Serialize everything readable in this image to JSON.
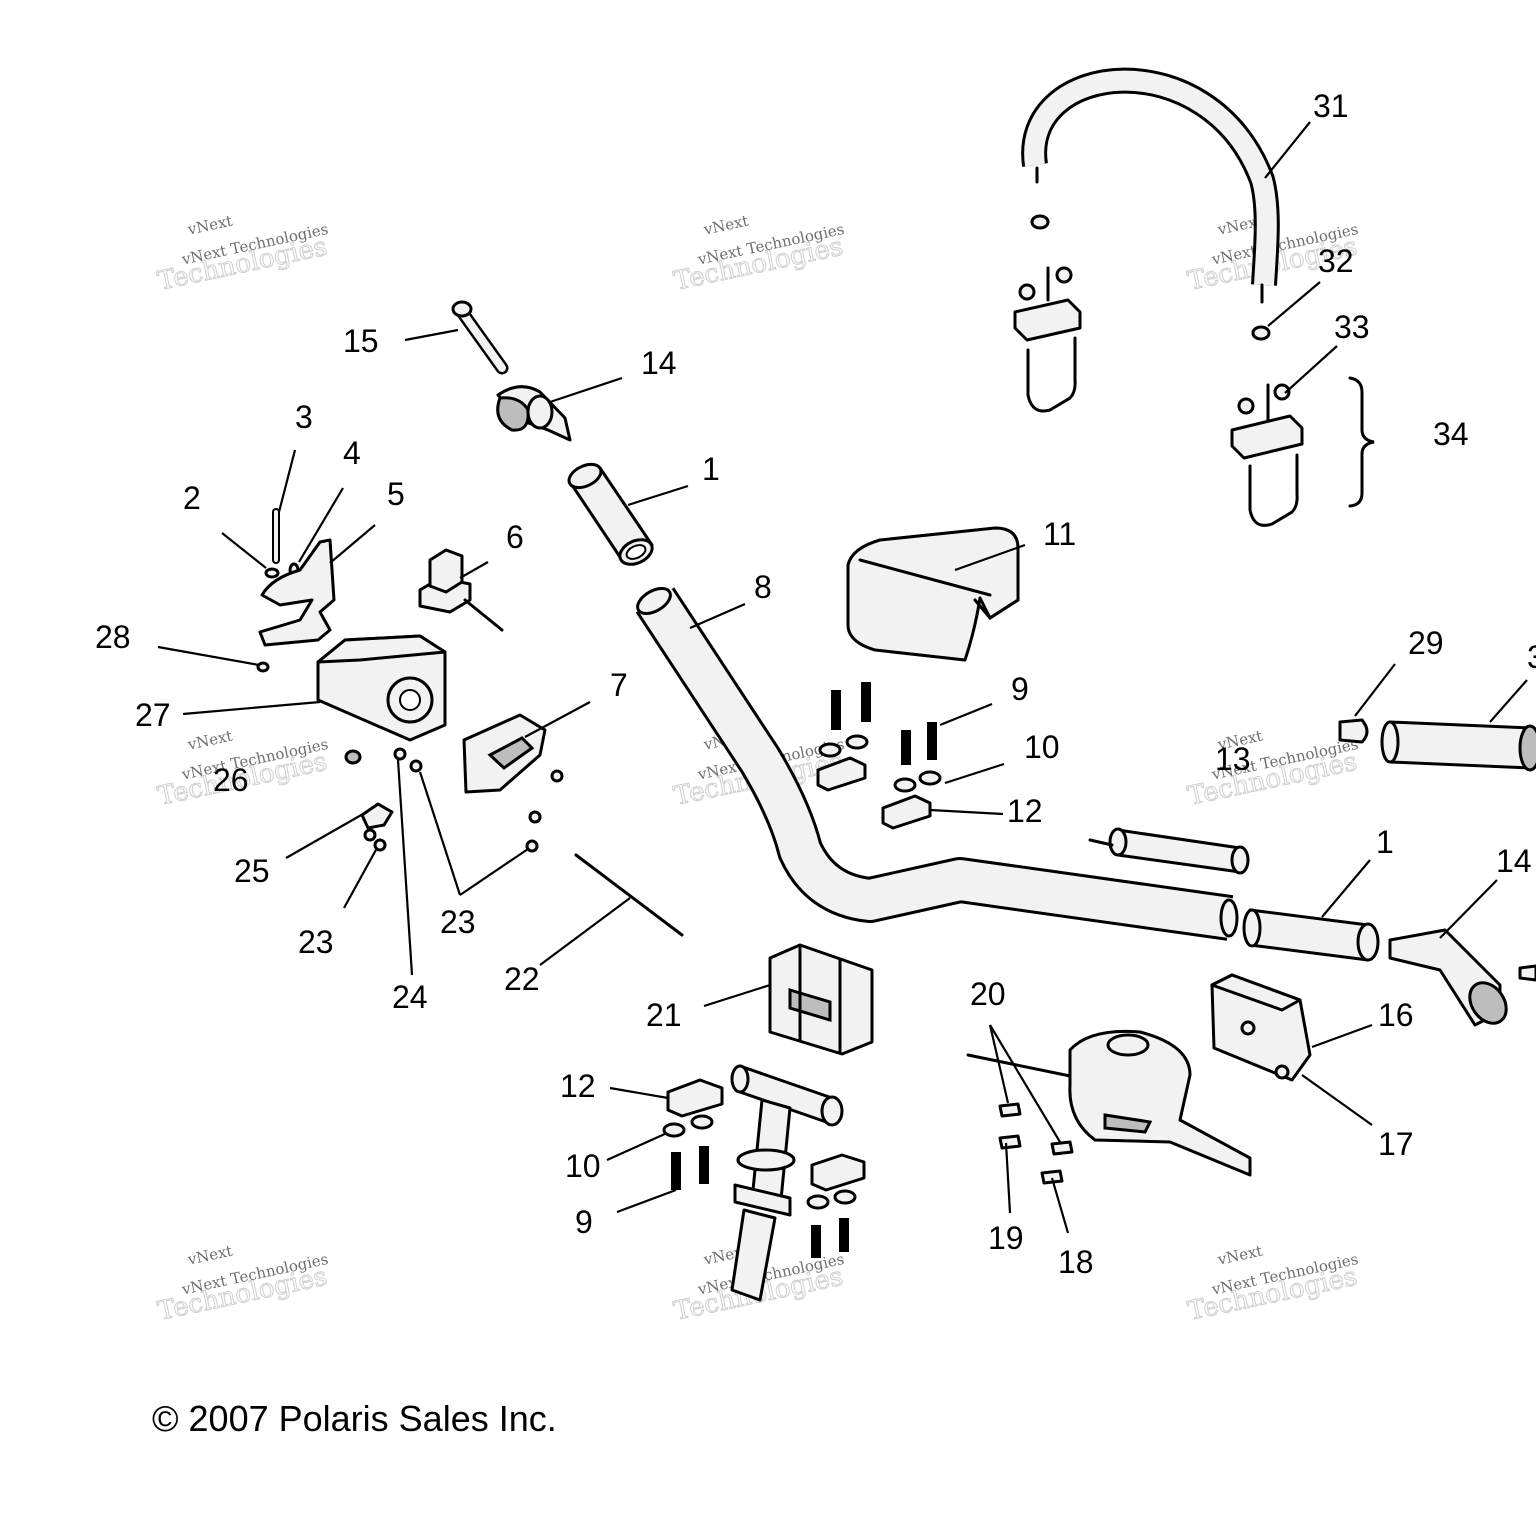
{
  "callouts": [
    {
      "id": "31",
      "text": "31"
    },
    {
      "id": "32",
      "text": "32"
    },
    {
      "id": "33",
      "text": "33"
    },
    {
      "id": "34",
      "text": "34"
    },
    {
      "id": "15",
      "text": "15"
    },
    {
      "id": "14a",
      "text": "14"
    },
    {
      "id": "3",
      "text": "3"
    },
    {
      "id": "4",
      "text": "4"
    },
    {
      "id": "2",
      "text": "2"
    },
    {
      "id": "5",
      "text": "5"
    },
    {
      "id": "1a",
      "text": "1"
    },
    {
      "id": "6",
      "text": "6"
    },
    {
      "id": "11",
      "text": "11"
    },
    {
      "id": "8",
      "text": "8"
    },
    {
      "id": "28",
      "text": "28"
    },
    {
      "id": "29",
      "text": "29"
    },
    {
      "id": "30",
      "text": "3"
    },
    {
      "id": "7",
      "text": "7"
    },
    {
      "id": "27",
      "text": "27"
    },
    {
      "id": "9a",
      "text": "9"
    },
    {
      "id": "10a",
      "text": "10"
    },
    {
      "id": "13",
      "text": "13"
    },
    {
      "id": "26",
      "text": "26"
    },
    {
      "id": "12a",
      "text": "12"
    },
    {
      "id": "1b",
      "text": "1"
    },
    {
      "id": "25",
      "text": "25"
    },
    {
      "id": "14b",
      "text": "14"
    },
    {
      "id": "23a",
      "text": "23"
    },
    {
      "id": "23b",
      "text": "23"
    },
    {
      "id": "22",
      "text": "22"
    },
    {
      "id": "24",
      "text": "24"
    },
    {
      "id": "20",
      "text": "20"
    },
    {
      "id": "16",
      "text": "16"
    },
    {
      "id": "21",
      "text": "21"
    },
    {
      "id": "12b",
      "text": "12"
    },
    {
      "id": "17",
      "text": "17"
    },
    {
      "id": "10b",
      "text": "10"
    },
    {
      "id": "9b",
      "text": "9"
    },
    {
      "id": "19",
      "text": "19"
    },
    {
      "id": "18",
      "text": "18"
    }
  ],
  "watermark": {
    "brand": "vNext",
    "line": "vNext Technologies",
    "big": "Technologies"
  },
  "copyright": "© 2007 Polaris Sales Inc."
}
